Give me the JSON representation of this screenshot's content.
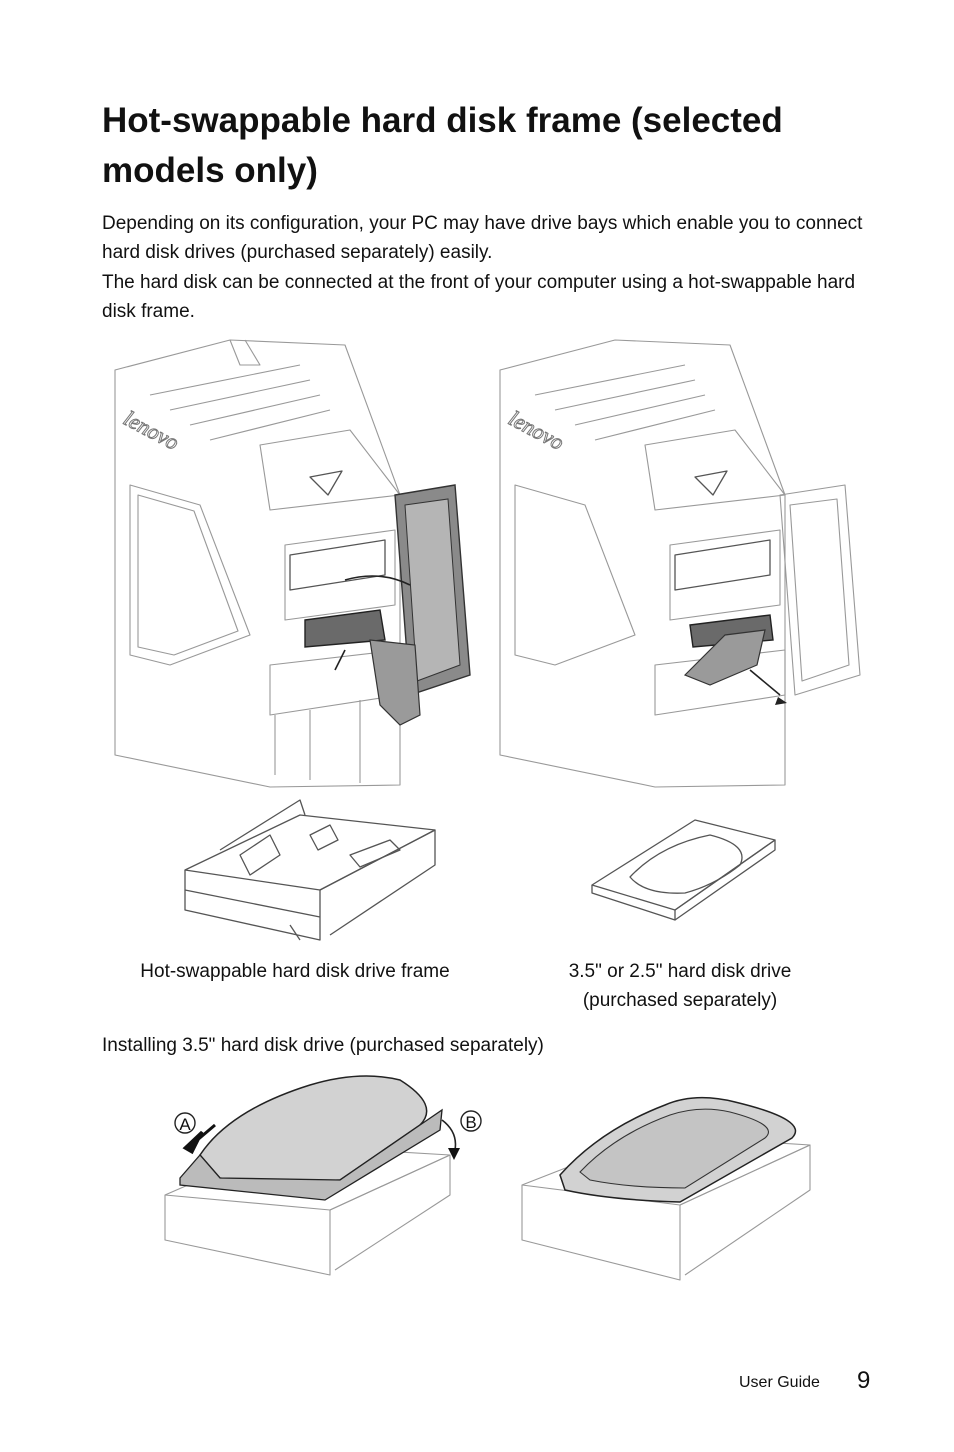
{
  "title": "Hot-swappable hard disk frame (selected models only)",
  "paragraphs": [
    "Depending on its configuration, your PC may have drive bays which enable you to connect hard disk drives (purchased separately) easily.",
    "The hard disk can be connected at the front of your computer using a hot-swappable hard disk frame."
  ],
  "figures": {
    "tower_logo": "lenovo",
    "frame_caption": "Hot-swappable hard disk drive frame",
    "drive_caption_line1": "3.5\" or 2.5\" hard disk drive",
    "drive_caption_line2": "(purchased separately)",
    "install_caption": "Installing 3.5\" hard disk drive (purchased separately)",
    "step_a": "A",
    "step_b": "B"
  },
  "footer": {
    "label": "User Guide",
    "page_number": "9"
  }
}
